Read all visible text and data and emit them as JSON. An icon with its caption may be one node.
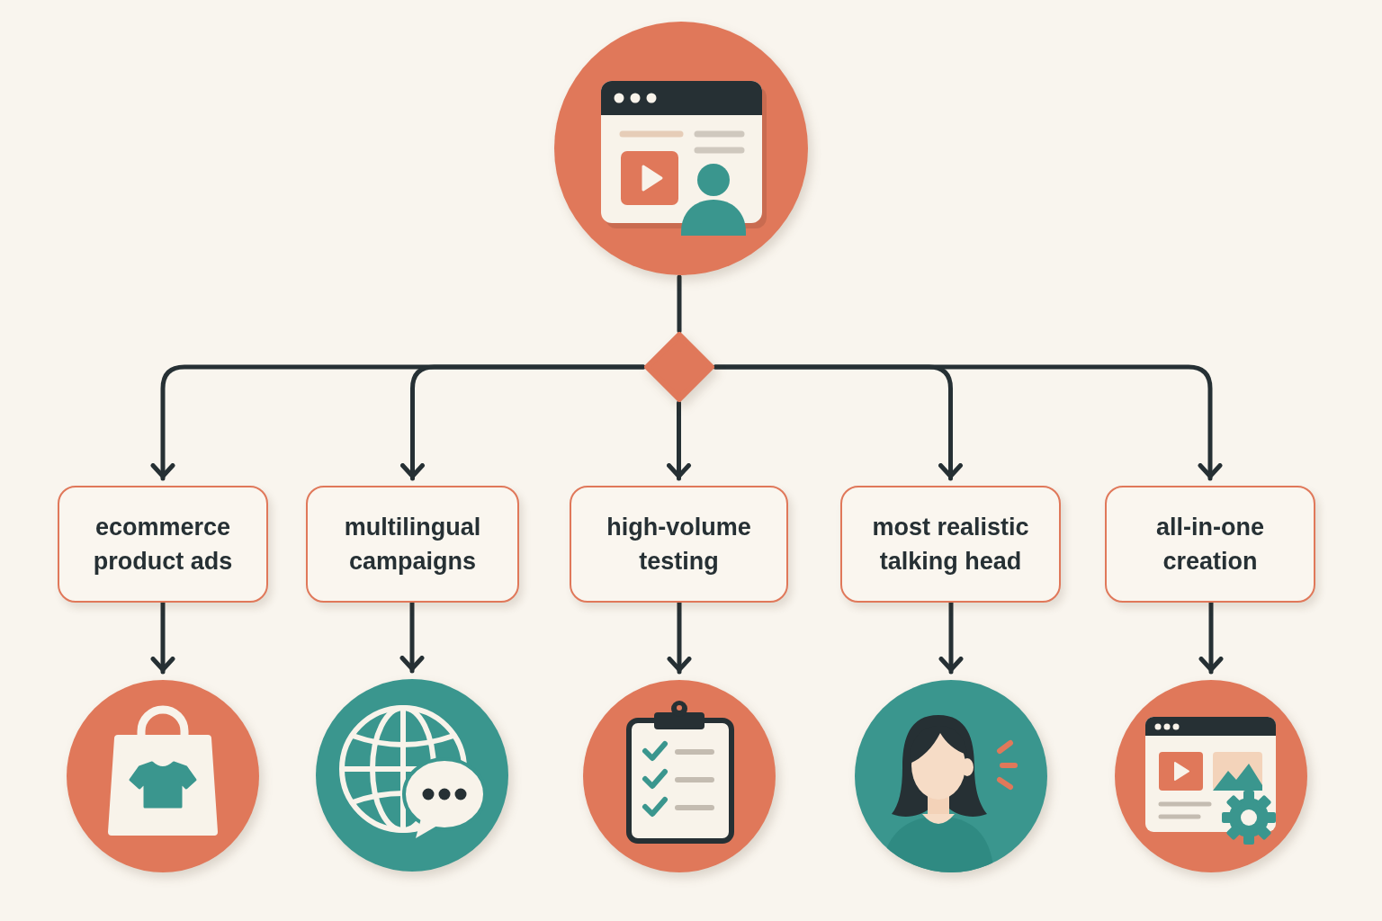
{
  "diagram": {
    "nodes": [
      {
        "text": [],
        "shape": "picture"
      },
      {
        "text": [],
        "shape": "diamond"
      },
      {
        "text": [
          "ecommerce product ads"
        ]
      },
      {
        "text": [
          "multilingual campaigns"
        ]
      },
      {
        "text": [
          "high-volume testing"
        ]
      },
      {
        "text": [
          "most realistic talking head"
        ]
      },
      {
        "text": [
          "all-in-one creation"
        ]
      },
      {
        "text": [],
        "shape": "picture"
      },
      {
        "text": [],
        "shape": "picture"
      },
      {
        "text": [],
        "shape": "picture"
      },
      {
        "text": [],
        "shape": "picture"
      },
      {
        "text": [],
        "shape": "picture"
      }
    ],
    "edges": [
      {
        "from": 0,
        "to": 1,
        "arrow": "none"
      },
      {
        "from": 1,
        "to": 2,
        "arrow": "to"
      },
      {
        "from": 1,
        "to": 3,
        "arrow": "to"
      },
      {
        "from": 1,
        "to": 4,
        "arrow": "to"
      },
      {
        "from": 1,
        "to": 5,
        "arrow": "to"
      },
      {
        "from": 1,
        "to": 6,
        "arrow": "to"
      },
      {
        "from": 2,
        "to": 7,
        "arrow": "to"
      },
      {
        "from": 3,
        "to": 8,
        "arrow": "to"
      },
      {
        "from": 4,
        "to": 9,
        "arrow": "to"
      },
      {
        "from": 5,
        "to": 10,
        "arrow": "to"
      },
      {
        "from": 6,
        "to": 11,
        "arrow": "to"
      }
    ]
  }
}
